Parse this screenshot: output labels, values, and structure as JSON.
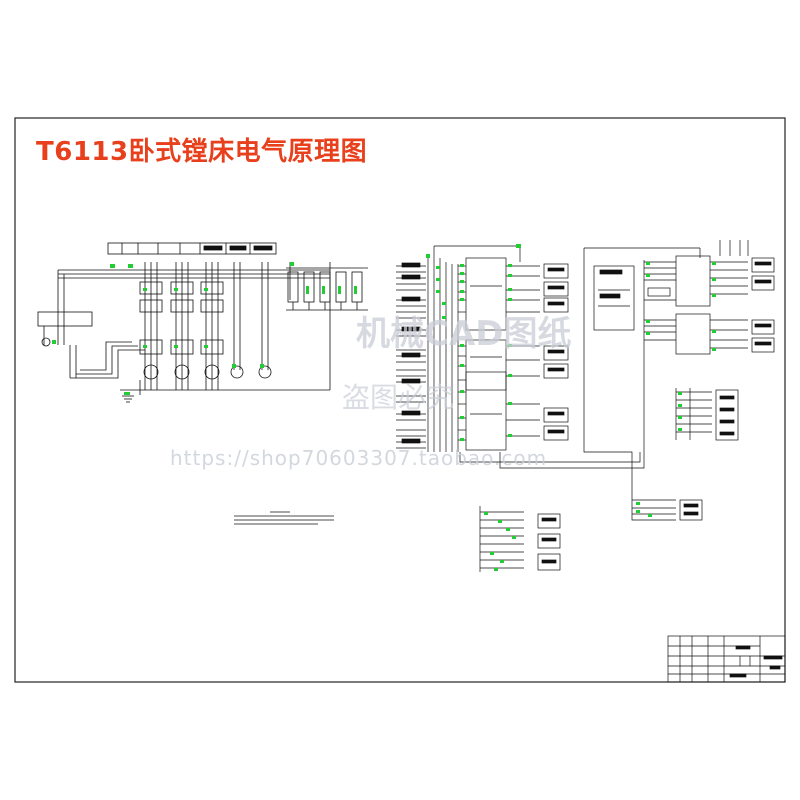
{
  "title": "T6113卧式镗床电气原理图",
  "watermark": {
    "brand": "机械CAD图纸",
    "notice": "盗图必究",
    "url": "https://shop70603307.taobao.com"
  },
  "colors": {
    "title": "#e8401c",
    "line": "#111111",
    "contact": "#22cc33",
    "watermark": "#c9ced6"
  }
}
